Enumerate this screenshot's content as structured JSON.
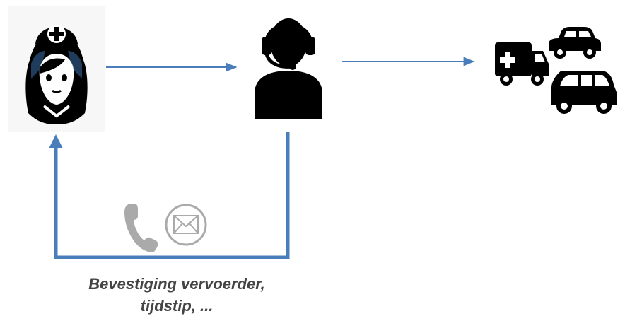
{
  "diagram": {
    "nodes": [
      {
        "id": "nurse",
        "icon": "nurse-icon"
      },
      {
        "id": "dispatcher",
        "icon": "dispatcher-headset-icon"
      },
      {
        "id": "vehicles",
        "icons": [
          "ambulance-icon",
          "car-icon",
          "van-icon"
        ]
      }
    ],
    "edges": [
      {
        "from": "nurse",
        "to": "dispatcher"
      },
      {
        "from": "dispatcher",
        "to": "vehicles"
      },
      {
        "from": "dispatcher",
        "to": "nurse",
        "channels": [
          "phone-icon",
          "mail-icon"
        ]
      }
    ]
  },
  "caption": {
    "line1": "Bevestiging vervoerder,",
    "line2": "tijdstip, ..."
  },
  "colors": {
    "arrow": "#4a7ebb",
    "icon": "#000000",
    "nurse_accent": "#1f3c5c",
    "channel_icons": "#aaaaaa",
    "caption": "#444444"
  }
}
